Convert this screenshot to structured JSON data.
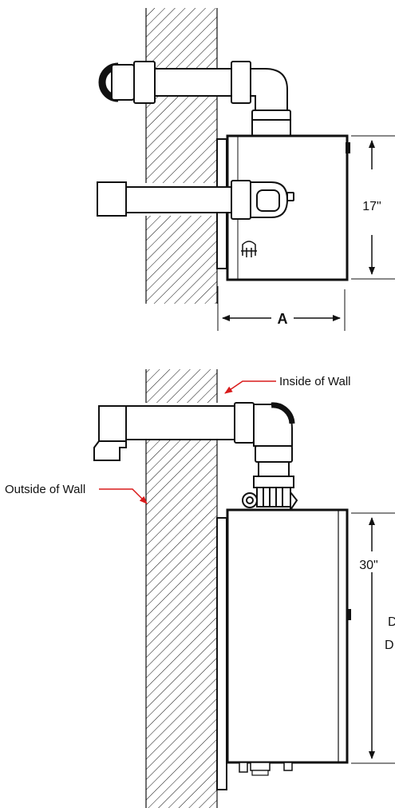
{
  "top_view": {
    "dimension_height": "17\"",
    "dimension_width": "A"
  },
  "side_view": {
    "label_inside": "Inside of Wall",
    "label_outside": "Outside of Wall",
    "dimension_height": "30\"",
    "cut_text_line1": "D",
    "cut_text_line2": "D"
  },
  "colors": {
    "line": "#111111",
    "leader": "#d91b1b",
    "fill": "#ffffff"
  }
}
